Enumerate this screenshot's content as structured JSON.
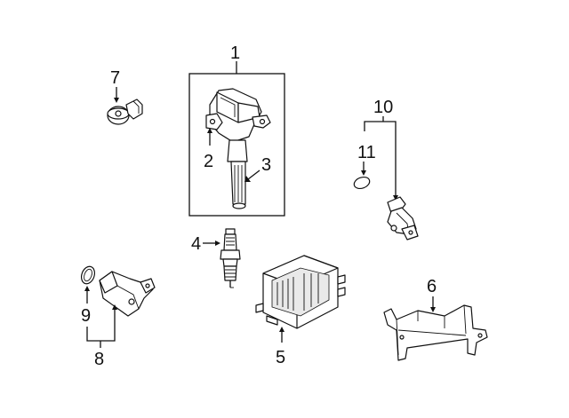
{
  "diagram": {
    "callouts": {
      "c1": "1",
      "c2": "2",
      "c3": "3",
      "c4": "4",
      "c5": "5",
      "c6": "6",
      "c7": "7",
      "c8": "8",
      "c9": "9",
      "c10": "10",
      "c11": "11"
    },
    "colors": {
      "line": "#111111",
      "background": "#ffffff",
      "part_fill": "#ffffff",
      "part_shade": "#e9e9e9"
    }
  }
}
